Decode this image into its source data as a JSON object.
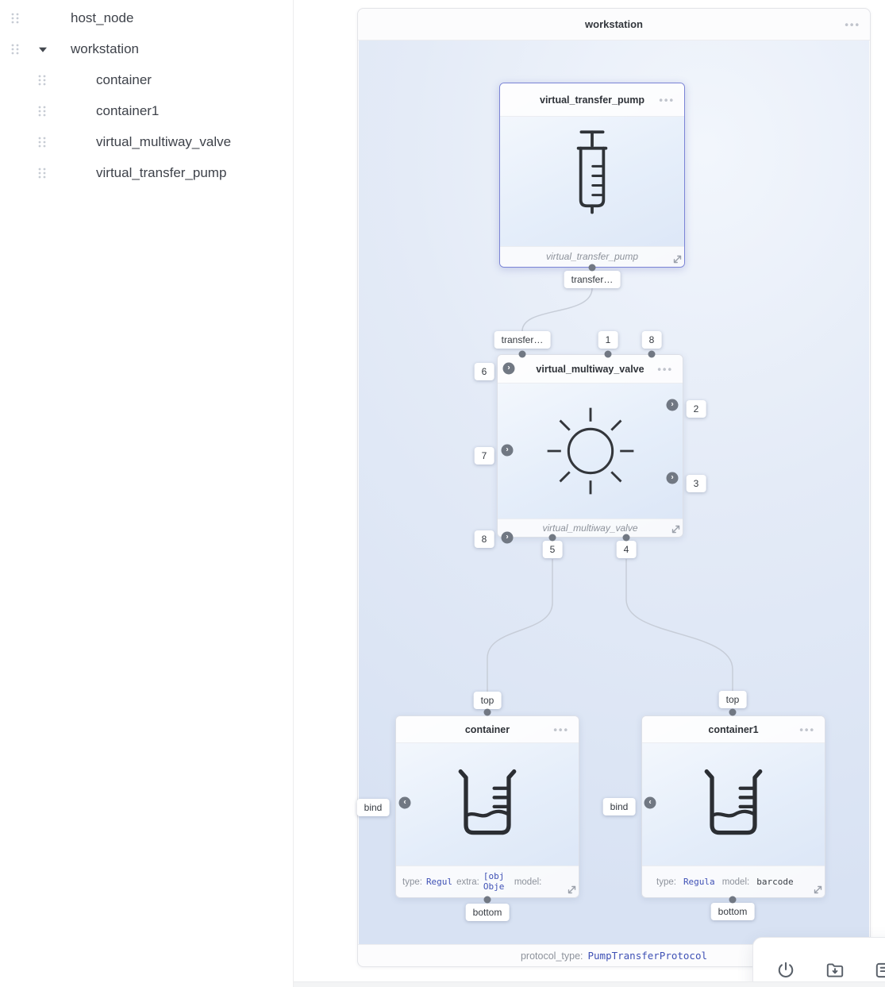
{
  "sidebar": {
    "items": [
      {
        "label": "host_node",
        "level": 0
      },
      {
        "label": "workstation",
        "level": 0,
        "expanded": true
      },
      {
        "label": "container",
        "level": 1
      },
      {
        "label": "container1",
        "level": 1
      },
      {
        "label": "virtual_multiway_valve",
        "level": 1
      },
      {
        "label": "virtual_transfer_pump",
        "level": 1
      }
    ]
  },
  "panel": {
    "title": "workstation",
    "protocol_label": "protocol_type:",
    "protocol_value": "PumpTransferProtocol"
  },
  "pump": {
    "title": "virtual_transfer_pump",
    "type_caption": "virtual_transfer_pump",
    "ports": {
      "transfer": "transfer…"
    }
  },
  "valve": {
    "title": "virtual_multiway_valve",
    "type_caption": "virtual_multiway_valve",
    "ports": {
      "transfer": "transfer…",
      "n1": "1",
      "n2": "2",
      "n3": "3",
      "n4": "4",
      "n5": "5",
      "n6": "6",
      "n7": "7",
      "n8_left": "8",
      "n8_top": "8"
    }
  },
  "container": {
    "title": "container",
    "ports": {
      "top": "top",
      "bottom": "bottom",
      "bind": "bind"
    },
    "fields": [
      {
        "label": "type:",
        "value": "Regul"
      },
      {
        "label": "extra:",
        "value": "[obj Obje"
      },
      {
        "label": "model:",
        "value": ""
      }
    ]
  },
  "container1": {
    "title": "container1",
    "ports": {
      "top": "top",
      "bottom": "bottom",
      "bind": "bind"
    },
    "fields": [
      {
        "label": "type:",
        "value": "Regula"
      },
      {
        "label": "model:",
        "value": "barcode"
      }
    ]
  },
  "toolbar": {
    "buttons": [
      {
        "name": "power-button",
        "icon": "power-icon"
      },
      {
        "name": "save-export-button",
        "icon": "folder-down-icon"
      },
      {
        "name": "clipped-button",
        "icon": "clipped-icon"
      }
    ]
  },
  "icons": {
    "menu": "•••",
    "chevron_right": "›",
    "chevron_left": "‹"
  },
  "colors": {
    "value_blue": "#3f51b5",
    "canvas_blue": "#dde6f4",
    "selected_border": "#7b84d6",
    "port_dot": "#717883"
  }
}
